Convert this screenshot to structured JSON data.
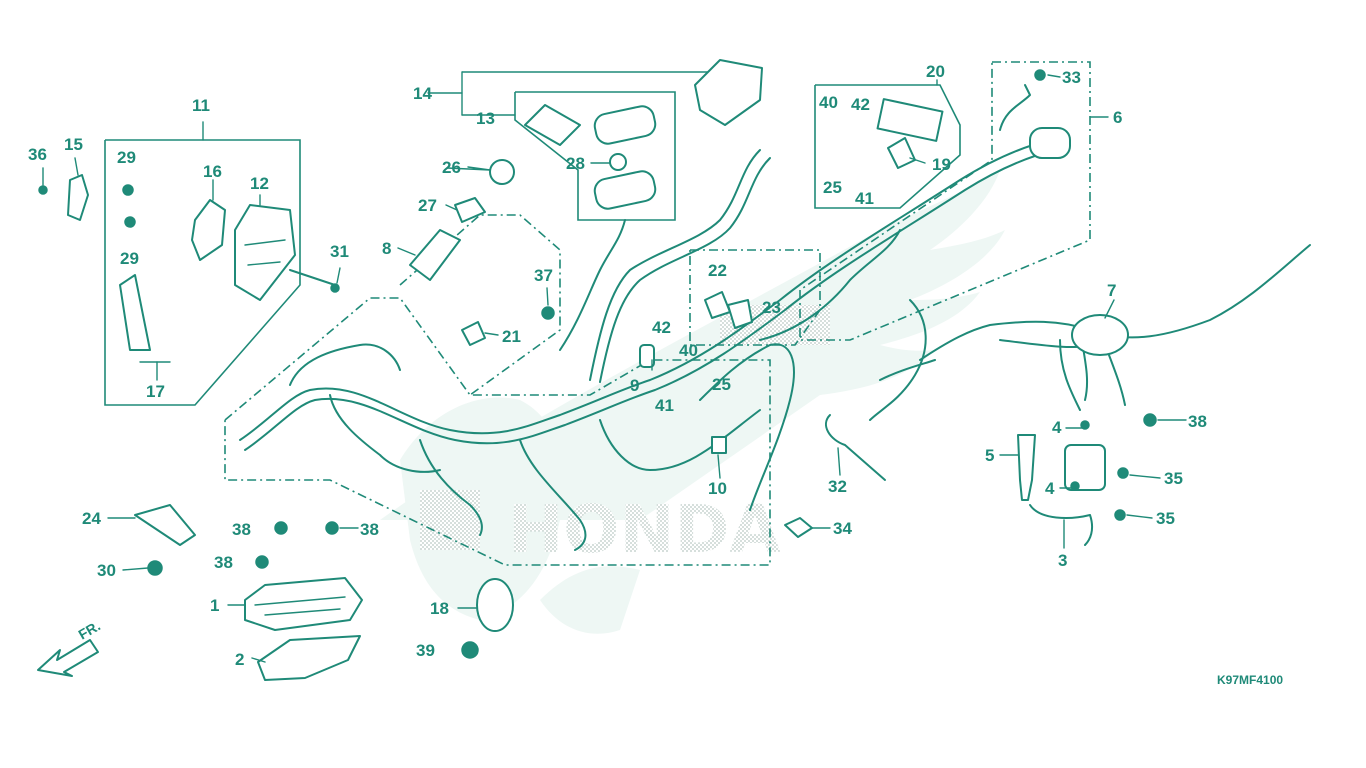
{
  "diagram_code": "K97MF4100",
  "front_indicator": "FR.",
  "watermark_brand": "HONDA",
  "colors": {
    "ink": "#1f8a78",
    "watermark": "#eef7f4",
    "background": "#ffffff"
  },
  "callouts": {
    "c1": "1",
    "c2": "2",
    "c3": "3",
    "c4a": "4",
    "c4b": "4",
    "c5": "5",
    "c6": "6",
    "c7": "7",
    "c8": "8",
    "c9": "9",
    "c10": "10",
    "c11": "11",
    "c12": "12",
    "c13": "13",
    "c14": "14",
    "c15": "15",
    "c16": "16",
    "c17": "17",
    "c18": "18",
    "c19": "19",
    "c20": "20",
    "c21": "21",
    "c22": "22",
    "c23": "23",
    "c24": "24",
    "c25a": "25",
    "c25b": "25",
    "c26": "26",
    "c27": "27",
    "c28": "28",
    "c29a": "29",
    "c29b": "29",
    "c30": "30",
    "c31": "31",
    "c32": "32",
    "c33": "33",
    "c34": "34",
    "c35a": "35",
    "c35b": "35",
    "c36": "36",
    "c37": "37",
    "c38a": "38",
    "c38b": "38",
    "c38c": "38",
    "c38d": "38",
    "c39": "39",
    "c40a": "40",
    "c40b": "40",
    "c41a": "41",
    "c41b": "41",
    "c42a": "42",
    "c42b": "42"
  }
}
